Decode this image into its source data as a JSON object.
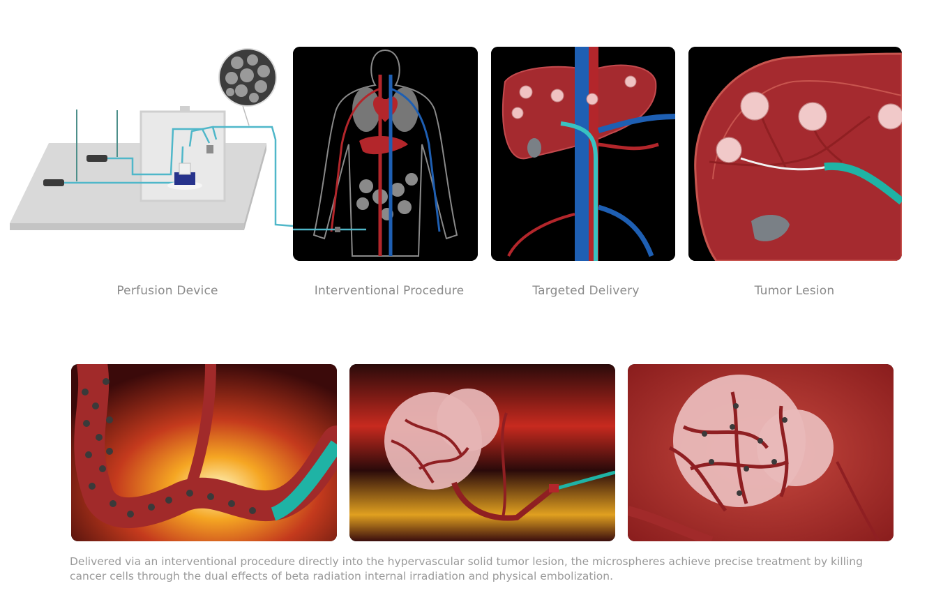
{
  "captions": {
    "perfusion": "Perfusion Device",
    "interventional": "Interventional Procedure",
    "targeted": "Targeted Delivery",
    "tumor": "Tumor Lesion"
  },
  "description": "Delivered via an interventional procedure directly into the hypervascular solid tumor lesion, the microspheres achieve precise treatment by killing cancer cells through the dual effects of beta radiation internal irradiation and physical embolization.",
  "colors": {
    "vessel_red": "#b3262b",
    "catheter_teal": "#1fb3a5",
    "panel_black": "#000000",
    "caption_gray": "#8a8a8a",
    "tube_blue": "#4fb7c9"
  }
}
